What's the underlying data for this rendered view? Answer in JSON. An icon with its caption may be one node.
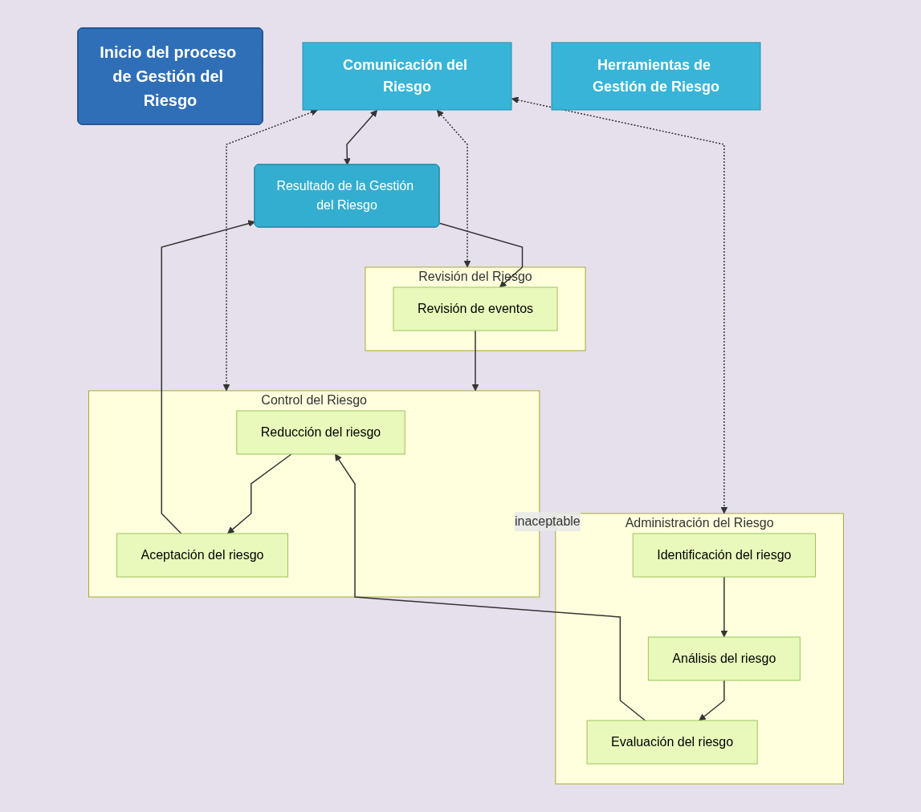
{
  "diagram": {
    "nodes": [
      {
        "text": [
          "Inicio del proceso de Gestión del Riesgo"
        ]
      },
      {
        "text": [
          "Comunicación del Riesgo"
        ]
      },
      {
        "text": [
          "Administración del Riesgo"
        ]
      },
      {
        "text": [
          "Identificación del riesgo"
        ],
        "in": 2
      },
      {
        "text": [
          "Análisis del riesgo"
        ],
        "in": 2
      },
      {
        "text": [
          "Evaluación del riesgo"
        ],
        "in": 2
      },
      {
        "text": [
          "Control del Riesgo"
        ]
      },
      {
        "text": [
          "Reducción del riesgo"
        ],
        "in": 6
      },
      {
        "text": [
          "Aceptación del riesgo"
        ],
        "in": 6
      },
      {
        "text": [
          "Resultado de la Gestión del Riesgo"
        ]
      },
      {
        "text": [
          "Revisión del Riesgo"
        ]
      },
      {
        "text": [
          "Revisión de eventos"
        ],
        "in": 10
      },
      {
        "text": [
          "Herramientas de Gestión de Riesgo"
        ]
      }
    ],
    "edges": [
      {
        "from": 3,
        "to": 4,
        "arrow": "to"
      },
      {
        "from": 4,
        "to": 5,
        "arrow": "to"
      },
      {
        "from": 5,
        "to": 7,
        "arrow": "to"
      },
      {
        "from": 7,
        "to": 8,
        "arrow": "to"
      },
      {
        "from": 8,
        "to": 9,
        "arrow": "to"
      },
      {
        "from": 9,
        "to": 11,
        "arrow": "to"
      },
      {
        "from": 6,
        "to": 2,
        "arrow": "to",
        "label": "inaceptable"
      },
      {
        "from": 11,
        "to": 6,
        "arrow": "to"
      },
      {
        "from": 1,
        "to": 2,
        "arrow": "both",
        "style": "dashed"
      },
      {
        "from": 1,
        "to": 6,
        "arrow": "both",
        "style": "dashed"
      },
      {
        "from": 1,
        "to": 9,
        "arrow": "both"
      },
      {
        "from": 1,
        "to": 10,
        "arrow": "both",
        "style": "dashed"
      }
    ]
  }
}
